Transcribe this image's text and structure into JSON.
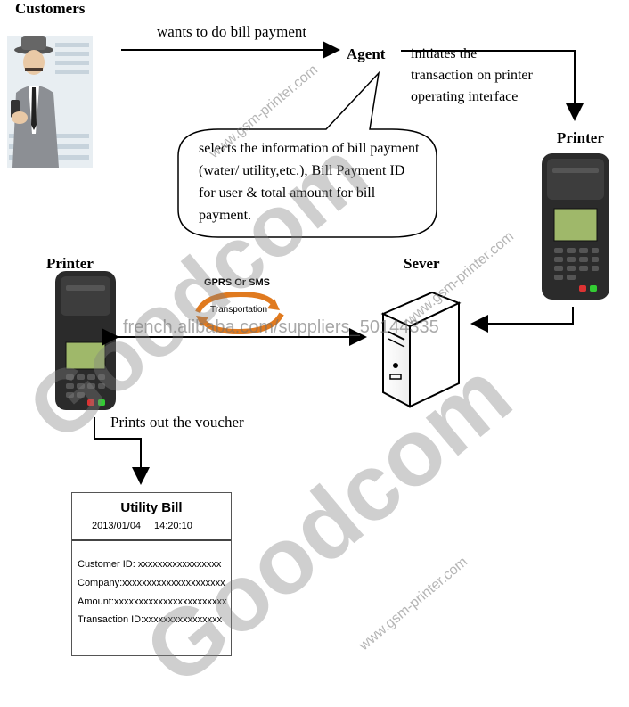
{
  "labels": {
    "customers": "Customers",
    "agent": "Agent",
    "printer_right": "Printer",
    "printer_left": "Printer",
    "server": "Sever"
  },
  "flow": {
    "customer_to_agent": "wants to do bill payment",
    "agent_to_printer": "initiates the\ntransaction on printer\noperating interface",
    "agent_bubble": "selects the information of bill payment (water/ utility,etc.), Bill Payment ID for user & total amount for bill payment.",
    "transport_title": "GPRS Or SMS",
    "transport_sub": "Transportation",
    "print_voucher": "Prints out the voucher"
  },
  "receipt": {
    "title": "Utility Bill",
    "date": "2013/01/04",
    "time": "14:20:10",
    "lines": [
      "Customer ID: xxxxxxxxxxxxxxxxx",
      "Company:xxxxxxxxxxxxxxxxxxxxx",
      "Amount:xxxxxxxxxxxxxxxxxxxxxxx",
      "Transaction ID:xxxxxxxxxxxxxxxx"
    ]
  },
  "watermarks": {
    "brand_top": "Goodcom",
    "brand_bottom": "Goodcom",
    "site_top": "www.gsm-printer.com",
    "site_mid": "www.gsm-printer.com",
    "site_bottom": "www.gsm-printer.com",
    "supplier": "french.alibaba.com/suppliers_50144335"
  },
  "colors": {
    "line": "#000000",
    "watermark": "#8a8a8a",
    "printer_body": "#2b2b2b",
    "printer_screen": "#9fb86a",
    "transport_arrow": "#e07a1f"
  }
}
